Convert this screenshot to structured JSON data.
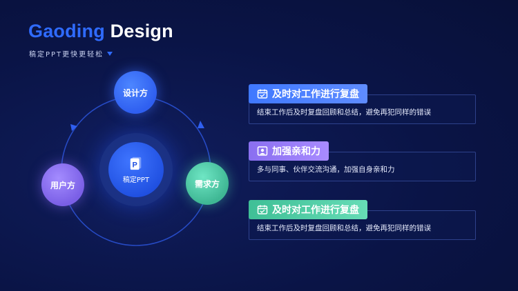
{
  "header": {
    "brand_part1": "Gaoding",
    "brand_part2": "Design",
    "subtitle": "稿定PPT更快更轻松"
  },
  "diagram": {
    "center_label": "稿定PPT",
    "center_icon": "p-document-icon",
    "nodes": [
      {
        "label": "设计方",
        "color": "#3a6cff"
      },
      {
        "label": "用户方",
        "color": "#8c72f2"
      },
      {
        "label": "需求方",
        "color": "#54cfa9"
      }
    ]
  },
  "cards": [
    {
      "title": "及时对工作进行复盘",
      "desc": "结束工作后及时复盘回顾和总结，避免再犯同样的错误",
      "icon": "calendar-icon",
      "color": "#4a7dff"
    },
    {
      "title": "加强亲和力",
      "desc": "多与同事、伙伴交流沟通，加强自身亲和力",
      "icon": "person-image-icon",
      "color": "#9a7ff8"
    },
    {
      "title": "及时对工作进行复盘",
      "desc": "结束工作后及时复盘回顾和总结，避免再犯同样的错误",
      "icon": "calendar-icon",
      "color": "#4ccf9f"
    }
  ]
}
